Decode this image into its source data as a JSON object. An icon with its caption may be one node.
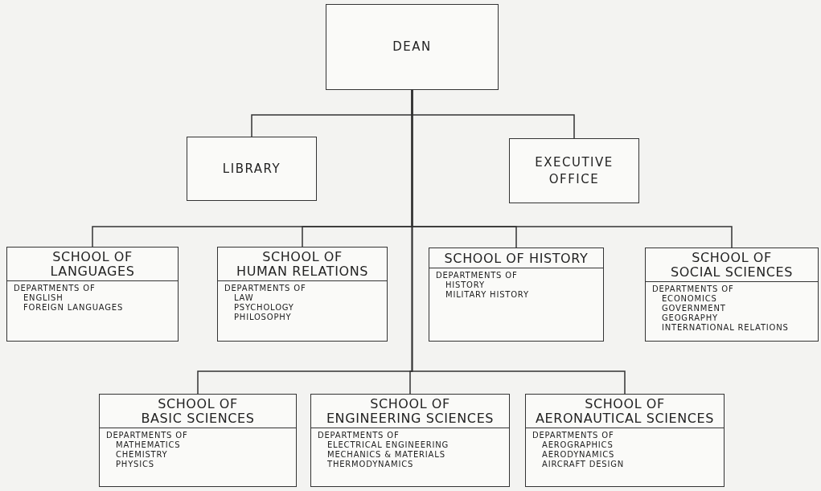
{
  "diagram": {
    "nodes": [
      {
        "text": [
          "DEAN"
        ]
      },
      {
        "text": [
          "LIBRARY"
        ]
      },
      {
        "text": [
          "EXECUTIVE OFFICE"
        ]
      },
      {
        "text": [
          "SCHOOL OF LANGUAGES",
          "DEPARTMENTS OF",
          "ENGLISH",
          "FOREIGN LANGUAGES"
        ]
      },
      {
        "text": [
          "SCHOOL OF HUMAN RELATIONS",
          "DEPARTMENTS OF",
          "LAW",
          "PSYCHOLOGY",
          "PHILOSOPHY"
        ]
      },
      {
        "text": [
          "SCHOOL OF HISTORY",
          "DEPARTMENTS OF",
          "HISTORY",
          "MILITARY HISTORY"
        ]
      },
      {
        "text": [
          "SCHOOL OF SOCIAL SCIENCES",
          "DEPARTMENTS OF",
          "ECONOMICS",
          "GOVERNMENT",
          "GEOGRAPHY",
          "INTERNATIONAL RELATIONS"
        ]
      },
      {
        "text": [
          "SCHOOL OF BASIC SCIENCES",
          "DEPARTMENTS OF",
          "MATHEMATICS",
          "CHEMISTRY",
          "PHYSICS"
        ]
      },
      {
        "text": [
          "SCHOOL OF ENGINEERING SCIENCES",
          "DEPARTMENTS OF",
          "ELECTRICAL ENGINEERING",
          "MECHANICS & MATERIALS",
          "THERMODYNAMICS"
        ]
      },
      {
        "text": [
          "SCHOOL OF AERONAUTICAL SCIENCES",
          "DEPARTMENTS OF",
          "AEROGRAPHICS",
          "AERODYNAMICS",
          "AIRCRAFT DESIGN"
        ]
      }
    ],
    "edges": [
      {
        "from": 0,
        "to": 1,
        "arrow": "none"
      },
      {
        "from": 0,
        "to": 2,
        "arrow": "none"
      },
      {
        "from": 0,
        "to": 3,
        "arrow": "none"
      },
      {
        "from": 0,
        "to": 4,
        "arrow": "none"
      },
      {
        "from": 0,
        "to": 5,
        "arrow": "none"
      },
      {
        "from": 0,
        "to": 6,
        "arrow": "none"
      },
      {
        "from": 0,
        "to": 7,
        "arrow": "none"
      },
      {
        "from": 0,
        "to": 8,
        "arrow": "none"
      },
      {
        "from": 0,
        "to": 9,
        "arrow": "none"
      }
    ]
  }
}
